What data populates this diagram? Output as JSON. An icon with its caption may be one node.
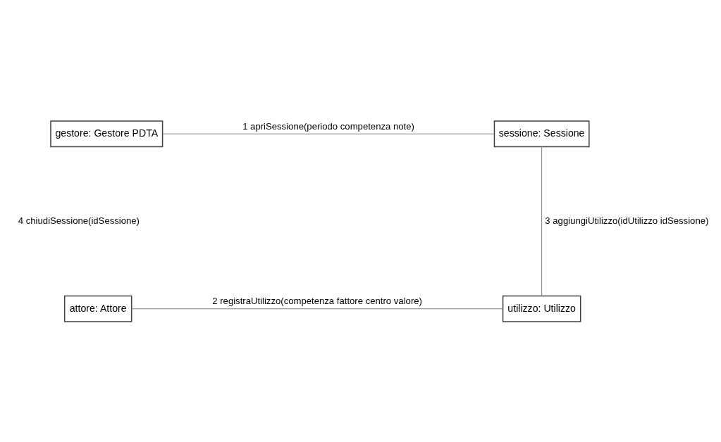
{
  "diagram": {
    "nodes": [
      {
        "text": [
          "gestore: Gestore PDTA"
        ]
      },
      {
        "text": [
          "sessione: Sessione"
        ]
      },
      {
        "text": [
          "attore: Attore"
        ]
      },
      {
        "text": [
          "utilizzo: Utilizzo"
        ]
      }
    ],
    "edges": [
      {
        "from": 0,
        "to": 1,
        "arrow": "none",
        "label": "1 apriSessione(periodo competenza note)"
      },
      {
        "from": 3,
        "to": 1,
        "arrow": "none",
        "label": "3 aggiungiUtilizzo(idUtilizzo idSessione)"
      },
      {
        "from": 2,
        "to": 3,
        "arrow": "none",
        "label": "2 registraUtilizzo(competenza fattore centro valore)"
      }
    ],
    "labels": [
      "4 chiudiSessione(idSessione)"
    ]
  }
}
